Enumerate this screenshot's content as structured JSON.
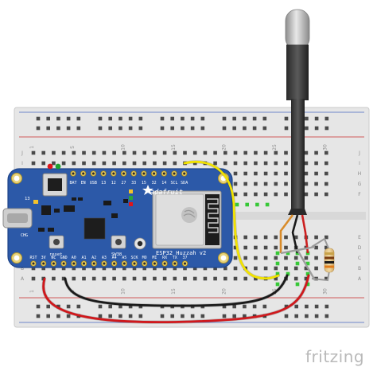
{
  "breadboard": {
    "row_numbers": [
      "1",
      "5",
      "10",
      "15",
      "20",
      "25",
      "30"
    ],
    "col_letters_bottom": [
      "A",
      "B",
      "C",
      "D",
      "E"
    ],
    "col_letters_top": [
      "F",
      "G",
      "H",
      "I",
      "J"
    ]
  },
  "board": {
    "brand": "adafruit",
    "model": "ESP32 Huzzah v2",
    "chg_label": "CHG",
    "led_label": "13",
    "reset_label": "reset",
    "sw_label": "SW38",
    "top_pins": [
      "BAT",
      "EN",
      "USB",
      "13",
      "12",
      "27",
      "33",
      "15",
      "32",
      "14",
      "SCL",
      "SDA"
    ],
    "bottom_pins": [
      "RST",
      "3V",
      "NC",
      "GND",
      "A0",
      "A1",
      "A2",
      "A3",
      "A4",
      "A5",
      "SCK",
      "MO",
      "MI",
      "RX",
      "TX",
      "37"
    ]
  },
  "wires": [
    {
      "name": "yellow-wire",
      "color": "#f2e300"
    },
    {
      "name": "black-wire",
      "color": "#1a1a1a"
    },
    {
      "name": "red-wire",
      "color": "#d0181c"
    }
  ],
  "sensor": {
    "lead_colors": [
      "#d98c2b",
      "#1a1a1a",
      "#cc1f1f"
    ]
  },
  "resistor": {
    "band_colors": [
      "#c8a24a",
      "#7a3b10",
      "#1a1a1a",
      "#e07b1a"
    ]
  },
  "watermark": "fritzing"
}
